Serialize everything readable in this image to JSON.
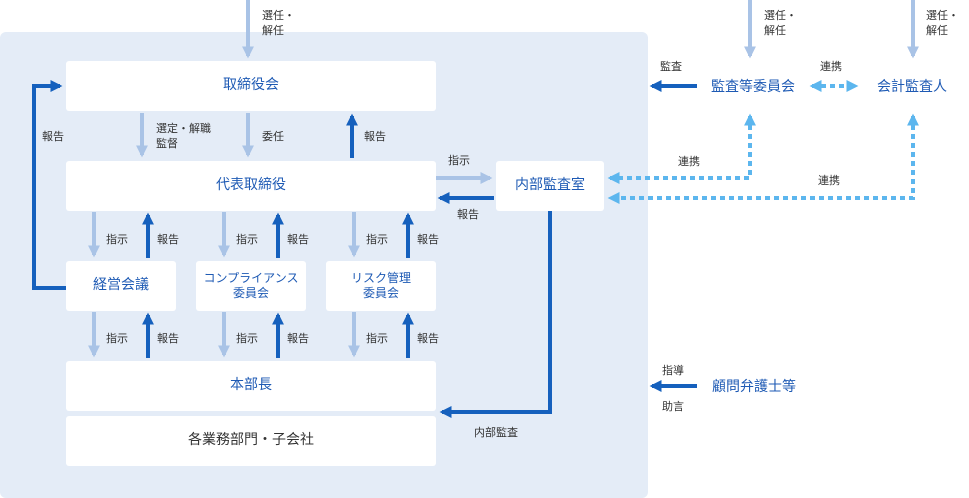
{
  "nodes": {
    "board": "取締役会",
    "president": "代表取締役",
    "internal_audit": "内部監査室",
    "management_meeting": "経営会議",
    "compliance_committee": [
      "コンプライアンス",
      "委員会"
    ],
    "risk_committee": [
      "リスク管理",
      "委員会"
    ],
    "division_heads": "本部長",
    "departments": "各業務部門・子会社",
    "audit_committee": "監査等委員会",
    "accounting_auditor": "会計監査人",
    "legal_advisors": "顧問弁護士等"
  },
  "labels": {
    "appoint_dismiss": [
      "選任・",
      "解任"
    ],
    "select_dismiss_supervise": [
      "選定・解職",
      "監督"
    ],
    "delegate": "委任",
    "report": "報告",
    "instruct": "指示",
    "audit": "監査",
    "coordinate": "連携",
    "internal_audit_action": "内部監査",
    "guidance": "指導",
    "advice": "助言"
  },
  "colors": {
    "panel_bg": "#e4ecf7",
    "dark_blue": "#1560bd",
    "light_blue": "#a9c3e6",
    "dotted_blue": "#5cb6ee",
    "text_blue": "#1e5ab4"
  }
}
